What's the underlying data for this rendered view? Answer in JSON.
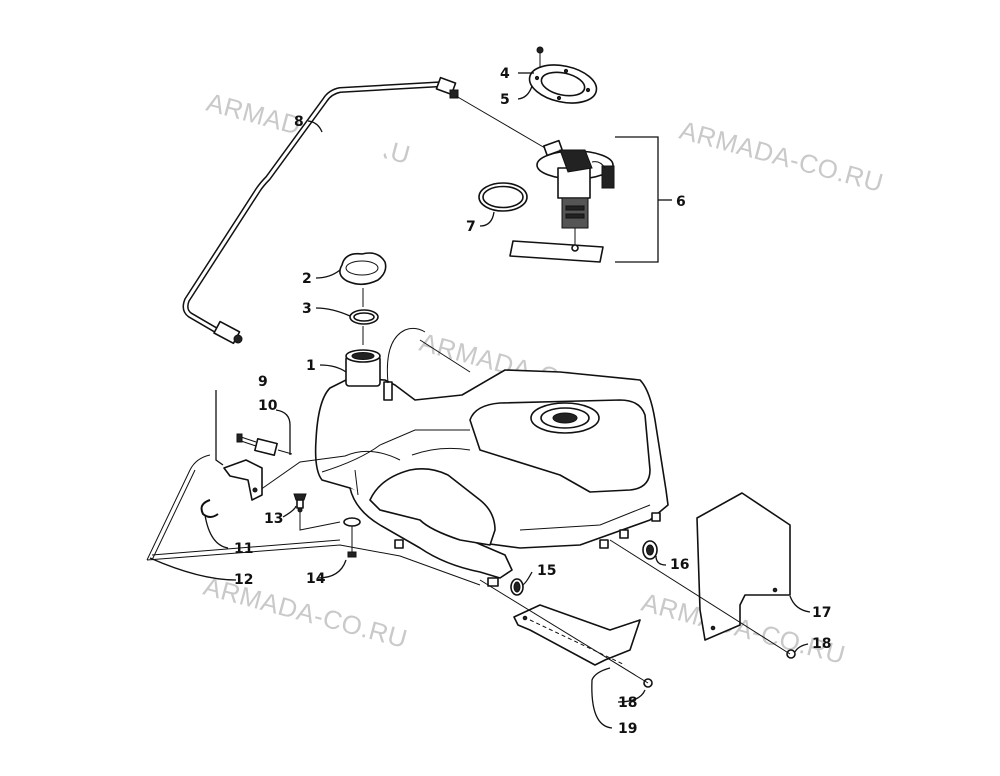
{
  "watermark": "ARMADA-CO.RU",
  "callouts": {
    "c1": "1",
    "c2": "2",
    "c3": "3",
    "c4": "4",
    "c5": "5",
    "c6": "6",
    "c7": "7",
    "c8": "8",
    "c9": "9",
    "c10": "10",
    "c11": "11",
    "c12": "12",
    "c13": "13",
    "c14": "14",
    "c15": "15",
    "c16": "16",
    "c17": "17",
    "c18a": "18",
    "c18b": "18",
    "c19": "19"
  }
}
